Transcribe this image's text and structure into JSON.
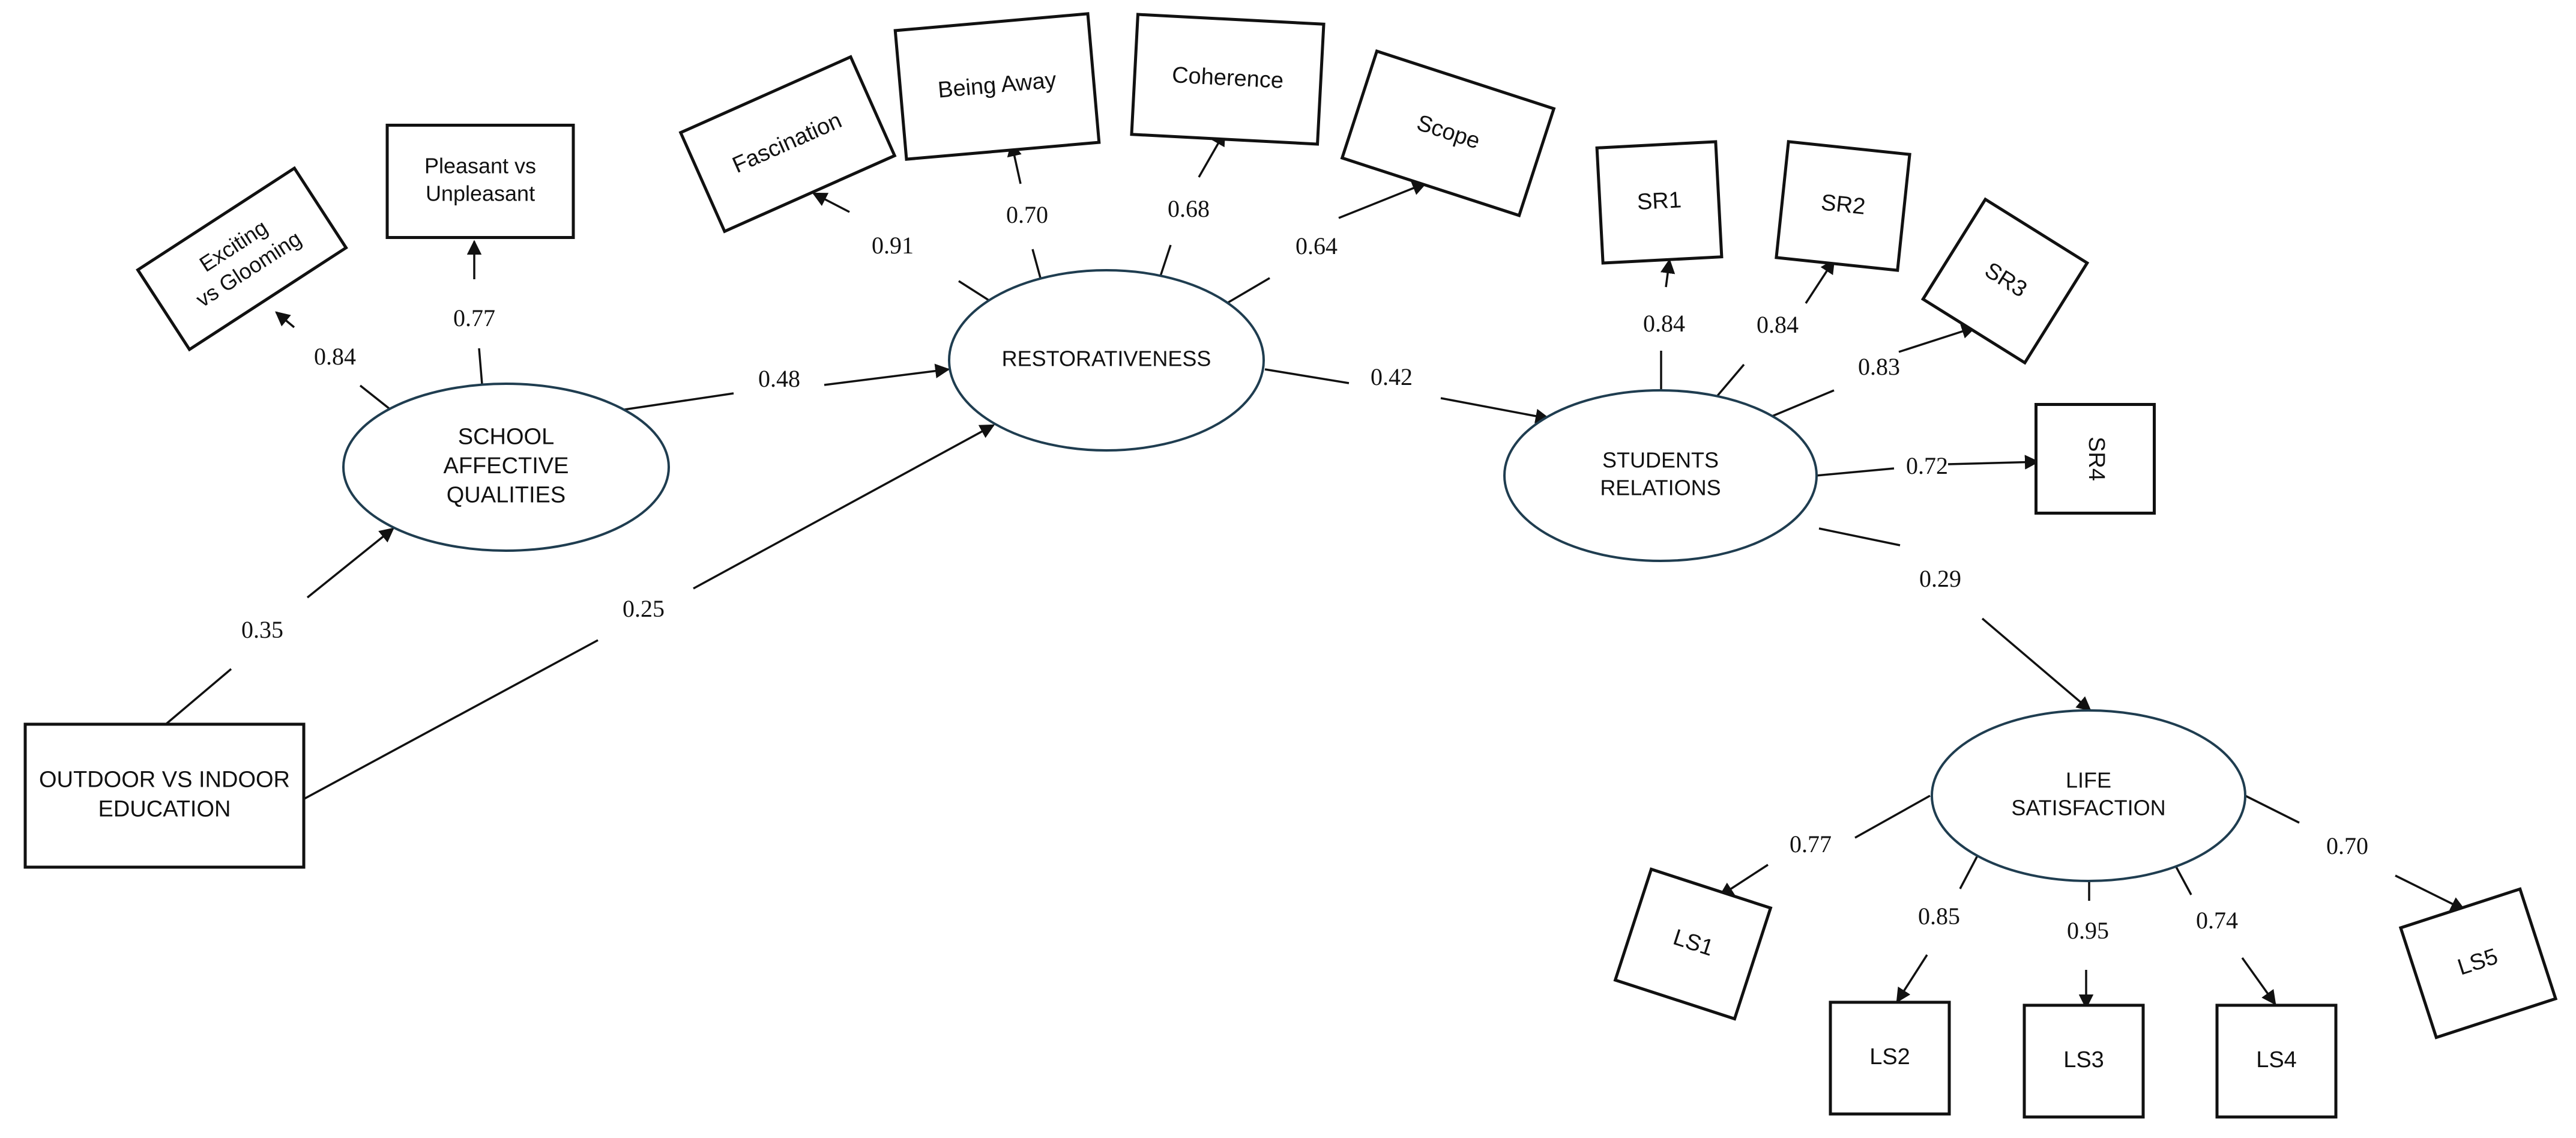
{
  "nodes": {
    "outdoor_education": {
      "lines": [
        "OUTDOOR VS INDOOR",
        "EDUCATION"
      ]
    },
    "school_affective": {
      "lines": [
        "SCHOOL",
        "AFFECTIVE",
        "QUALITIES"
      ]
    },
    "restorativeness": {
      "lines": [
        "RESTORATIVENESS"
      ]
    },
    "students_relations": {
      "lines": [
        "STUDENTS",
        "RELATIONS"
      ]
    },
    "life_satisfaction": {
      "lines": [
        "LIFE",
        "SATISFACTION"
      ]
    },
    "exciting": {
      "lines": [
        "Exciting",
        "vs Glooming"
      ]
    },
    "pleasant": {
      "lines": [
        "Pleasant vs",
        "Unpleasant"
      ]
    },
    "fascination": {
      "lines": [
        "Fascination"
      ]
    },
    "being_away": {
      "lines": [
        "Being Away"
      ]
    },
    "coherence": {
      "lines": [
        "Coherence"
      ]
    },
    "scope": {
      "lines": [
        "Scope"
      ]
    },
    "sr1": {
      "lines": [
        "SR1"
      ]
    },
    "sr2": {
      "lines": [
        "SR2"
      ]
    },
    "sr3": {
      "lines": [
        "SR3"
      ]
    },
    "sr4": {
      "lines": [
        "SR4"
      ]
    },
    "ls1": {
      "lines": [
        "LS1"
      ]
    },
    "ls2": {
      "lines": [
        "LS2"
      ]
    },
    "ls3": {
      "lines": [
        "LS3"
      ]
    },
    "ls4": {
      "lines": [
        "LS4"
      ]
    },
    "ls5": {
      "lines": [
        "LS5"
      ]
    }
  },
  "paths": [
    {
      "from": "outdoor_education",
      "to": "school_affective",
      "coefficient": "0.35"
    },
    {
      "from": "outdoor_education",
      "to": "restorativeness",
      "coefficient": "0.25"
    },
    {
      "from": "school_affective",
      "to": "restorativeness",
      "coefficient": "0.48"
    },
    {
      "from": "restorativeness",
      "to": "students_relations",
      "coefficient": "0.42"
    },
    {
      "from": "students_relations",
      "to": "life_satisfaction",
      "coefficient": "0.29"
    },
    {
      "from": "school_affective",
      "to": "exciting",
      "coefficient": "0.84"
    },
    {
      "from": "school_affective",
      "to": "pleasant",
      "coefficient": "0.77"
    },
    {
      "from": "restorativeness",
      "to": "fascination",
      "coefficient": "0.91"
    },
    {
      "from": "restorativeness",
      "to": "being_away",
      "coefficient": "0.70"
    },
    {
      "from": "restorativeness",
      "to": "coherence",
      "coefficient": "0.68"
    },
    {
      "from": "restorativeness",
      "to": "scope",
      "coefficient": "0.64"
    },
    {
      "from": "students_relations",
      "to": "sr1",
      "coefficient": "0.84"
    },
    {
      "from": "students_relations",
      "to": "sr2",
      "coefficient": "0.84"
    },
    {
      "from": "students_relations",
      "to": "sr3",
      "coefficient": "0.83"
    },
    {
      "from": "students_relations",
      "to": "sr4",
      "coefficient": "0.72"
    },
    {
      "from": "life_satisfaction",
      "to": "ls1",
      "coefficient": "0.77"
    },
    {
      "from": "life_satisfaction",
      "to": "ls2",
      "coefficient": "0.85"
    },
    {
      "from": "life_satisfaction",
      "to": "ls3",
      "coefficient": "0.95"
    },
    {
      "from": "life_satisfaction",
      "to": "ls4",
      "coefficient": "0.74"
    },
    {
      "from": "life_satisfaction",
      "to": "ls5",
      "coefficient": "0.70"
    }
  ]
}
